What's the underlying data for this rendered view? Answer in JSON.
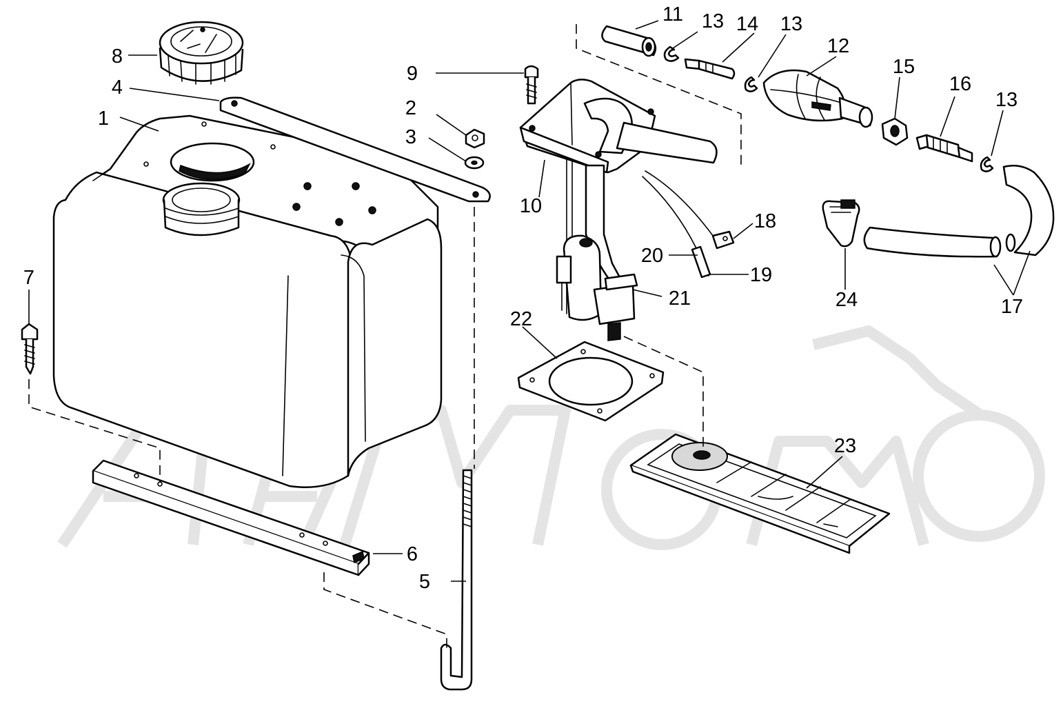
{
  "diagram": {
    "watermark_text": "АвтоМото",
    "callouts": [
      "1",
      "2",
      "3",
      "4",
      "5",
      "6",
      "7",
      "8",
      "9",
      "10",
      "11",
      "12",
      "13",
      "13",
      "13",
      "14",
      "15",
      "16",
      "17",
      "18",
      "19",
      "20",
      "21",
      "22",
      "23",
      "24"
    ]
  }
}
